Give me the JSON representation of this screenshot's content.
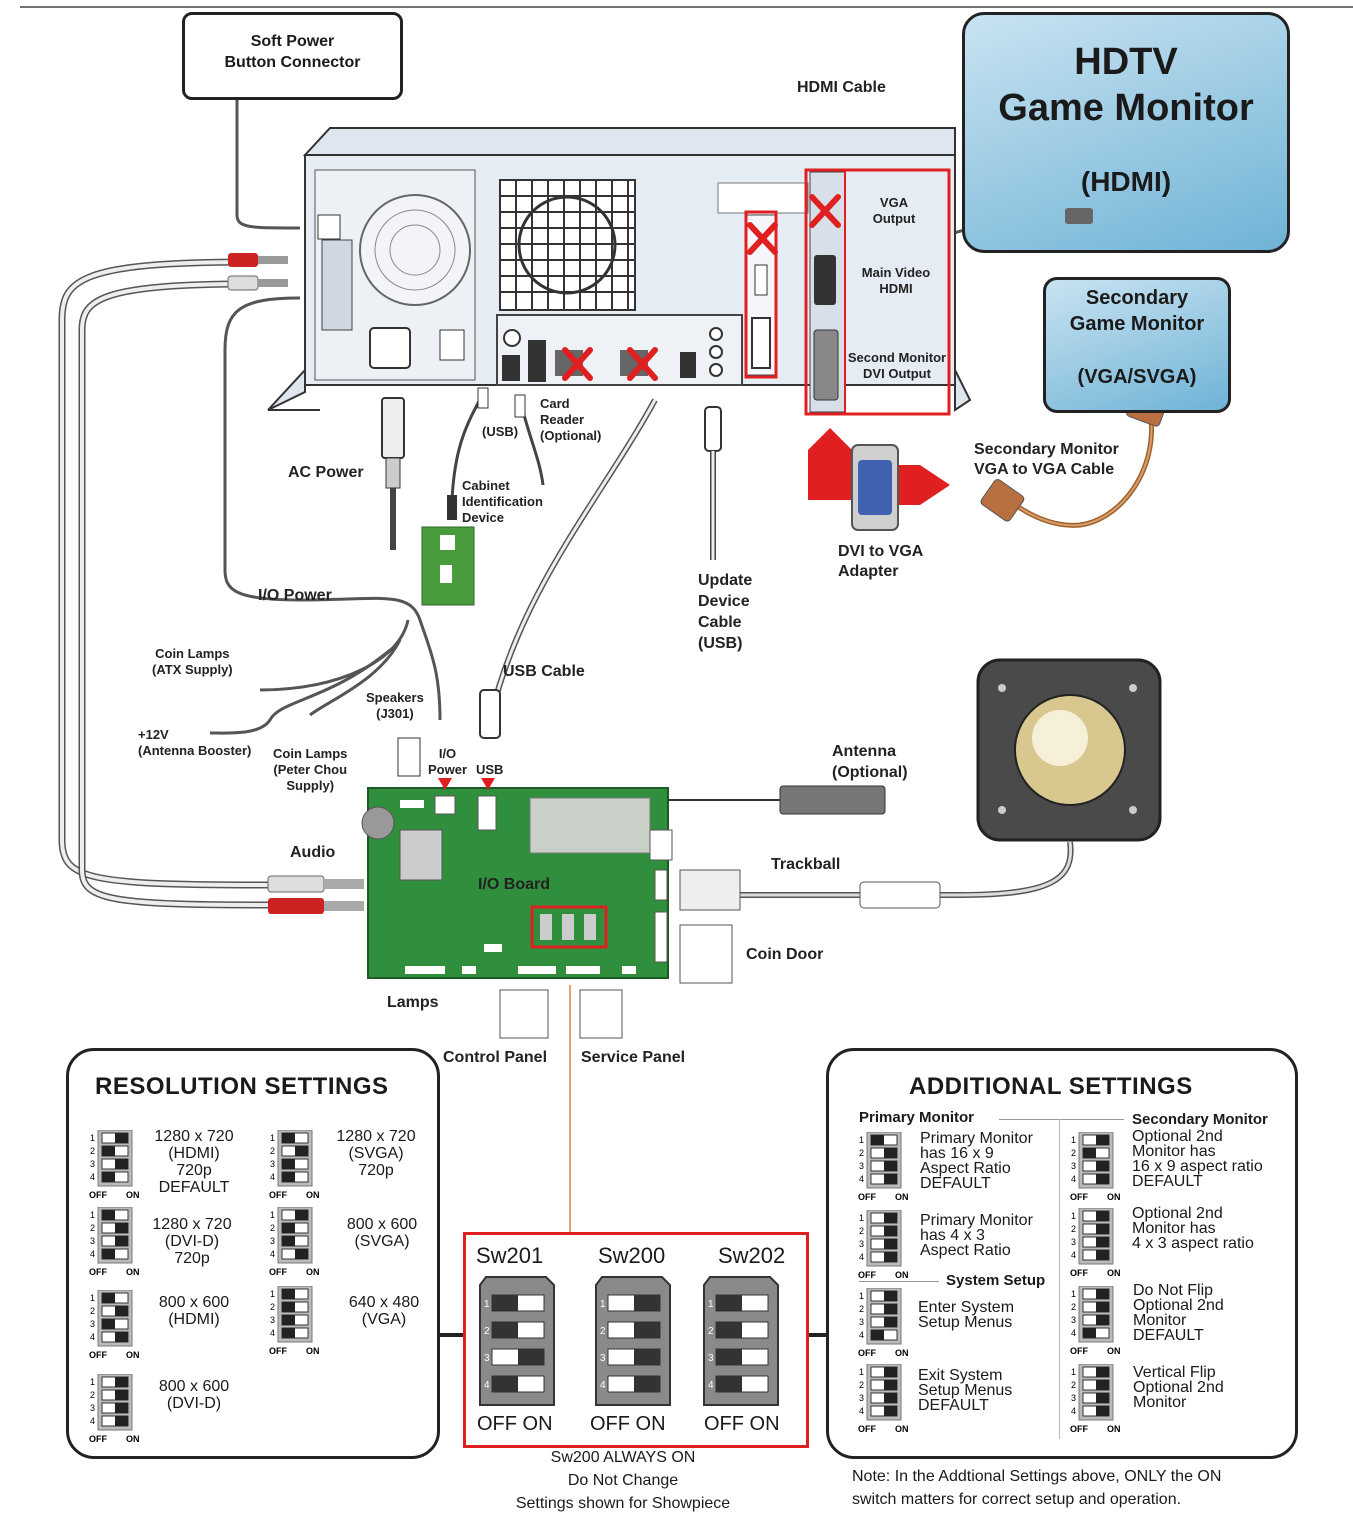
{
  "monitor_main": {
    "line1": "HDTV",
    "line2": "Game Monitor",
    "line3": "(HDMI)"
  },
  "monitor_secondary": {
    "line1": "Secondary",
    "line2": "Game Monitor",
    "line3": "(VGA/SVGA)"
  },
  "callouts": {
    "soft_power": "Soft Power\nButton Connector",
    "hdmi_cable": "HDMI Cable",
    "vga_output": "VGA\nOutput",
    "main_video": "Main Video\nHDMI",
    "second_monitor_dvi": "Second Monitor\nDVI Output",
    "secondary_vga_cable": "Secondary Monitor\nVGA to VGA Cable",
    "dvi_vga_adapter": "DVI to VGA\nAdapter",
    "ac_power": "AC Power",
    "usb": "(USB)",
    "card_reader": "Card\nReader\n(Optional)",
    "cabinet_id": "Cabinet\nIdentification\nDevice",
    "update_device": "Update\nDevice\nCable\n(USB)",
    "io_power": "I/O Power",
    "usb_cable": "USB Cable",
    "coin_lamps_atx": "Coin Lamps\n(ATX Supply)",
    "antenna_booster": "+12V\n(Antenna Booster)",
    "coin_lamps_peter": "Coin Lamps\n(Peter Chou\nSupply)",
    "speakers": "Speakers\n(J301)",
    "io_power_small": "I/O\nPower",
    "usb_small": "USB",
    "antenna": "Antenna\n(Optional)",
    "audio": "Audio",
    "io_board": "I/O Board",
    "trackball": "Trackball",
    "coin_door": "Coin Door",
    "lamps": "Lamps",
    "control_panel": "Control Panel",
    "service_panel": "Service Panel"
  },
  "resolution": {
    "title": "RESOLUTION SETTINGS",
    "items": [
      {
        "text": "1280 x 720\n(HDMI)\n720p\nDEFAULT",
        "switches": [
          1,
          0,
          1,
          0
        ]
      },
      {
        "text": "1280 x 720\n(SVGA)\n720p",
        "switches": [
          0,
          1,
          0,
          0
        ]
      },
      {
        "text": "1280 x 720\n(DVI-D)\n720p",
        "switches": [
          0,
          1,
          1,
          0
        ]
      },
      {
        "text": "800 x 600\n(SVGA)",
        "switches": [
          1,
          0,
          0,
          1
        ]
      },
      {
        "text": "800 x 600\n(HDMI)",
        "switches": [
          0,
          1,
          0,
          1
        ]
      },
      {
        "text": "640 x 480\n(VGA)",
        "switches": [
          0,
          0,
          0,
          0
        ]
      },
      {
        "text": "800 x 600\n(DVI-D)",
        "switches": [
          1,
          1,
          1,
          1
        ]
      }
    ],
    "off": "OFF",
    "on": "ON"
  },
  "switches": {
    "labels": [
      "Sw201",
      "Sw200",
      "Sw202"
    ],
    "caption": "OFF ON",
    "note": "Sw200 ALWAYS ON\nDo Not Change\nSettings shown for Showpiece"
  },
  "additional": {
    "title": "ADDITIONAL SETTINGS",
    "primary_header": "Primary Monitor",
    "secondary_header": "Secondary Monitor",
    "system_header": "System Setup",
    "left_items": [
      {
        "text": "Primary Monitor\nhas 16 x 9\nAspect Ratio\nDEFAULT",
        "switches": [
          0,
          1,
          1,
          1
        ]
      },
      {
        "text": "Primary Monitor\nhas 4 x 3\nAspect Ratio",
        "switches": [
          1,
          1,
          1,
          1
        ]
      },
      {
        "text": "Enter System\nSetup Menus",
        "switches": [
          1,
          1,
          1,
          0
        ]
      },
      {
        "text": "Exit System\nSetup Menus\nDEFAULT",
        "switches": [
          1,
          1,
          1,
          1
        ]
      }
    ],
    "right_items": [
      {
        "text": "Optional 2nd\nMonitor has\n16 x 9 aspect ratio\nDEFAULT",
        "switches": [
          1,
          0,
          1,
          1
        ]
      },
      {
        "text": "Optional 2nd\nMonitor has\n4 x 3 aspect ratio",
        "switches": [
          1,
          1,
          1,
          1
        ]
      },
      {
        "text": "Do Not Flip\nOptional 2nd\nMonitor\nDEFAULT",
        "switches": [
          1,
          1,
          1,
          0
        ]
      },
      {
        "text": "Vertical Flip\nOptional 2nd\nMonitor",
        "switches": [
          1,
          1,
          1,
          1
        ]
      }
    ],
    "note": "Note: In the Addtional Settings above, ONLY the ON\nswitch matters for correct setup and operation."
  }
}
